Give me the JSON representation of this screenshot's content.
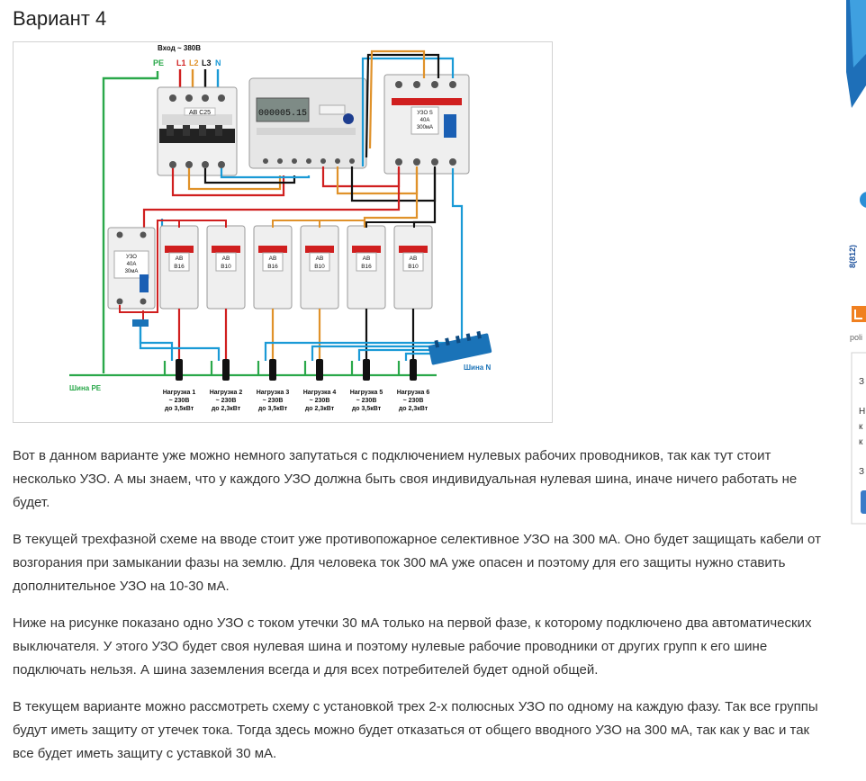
{
  "heading": "Вариант 4",
  "diagram": {
    "input_label": "Вход ~ 380В",
    "phase_labels": {
      "pe": "PE",
      "l1": "L1",
      "l2": "L2",
      "l3": "L3",
      "n": "N"
    },
    "main_breaker": "АВ С25",
    "meter_reading": "000005.15",
    "main_rcd": [
      "УЗО S",
      "40А",
      "300мА"
    ],
    "group_rcd": [
      "УЗО",
      "40А",
      "30мА"
    ],
    "breakers": [
      {
        "top": "АВ",
        "bottom": "В16"
      },
      {
        "top": "АВ",
        "bottom": "В10"
      },
      {
        "top": "АВ",
        "bottom": "В16"
      },
      {
        "top": "АВ",
        "bottom": "В10"
      },
      {
        "top": "АВ",
        "bottom": "В16"
      },
      {
        "top": "АВ",
        "bottom": "В10"
      }
    ],
    "bus_pe_label": "Шина РЕ",
    "bus_n_label": "Шина N",
    "loads": [
      {
        "name": "Нагрузка 1",
        "voltage": "~ 230В",
        "power": "до 3,5кВт"
      },
      {
        "name": "Нагрузка 2",
        "voltage": "~ 230В",
        "power": "до 2,3кВт"
      },
      {
        "name": "Нагрузка 3",
        "voltage": "~ 230В",
        "power": "до 3,5кВт"
      },
      {
        "name": "Нагрузка 4",
        "voltage": "~ 230В",
        "power": "до 2,3кВт"
      },
      {
        "name": "Нагрузка 5",
        "voltage": "~ 230В",
        "power": "до 3,5кВт"
      },
      {
        "name": "Нагрузка 6",
        "voltage": "~ 230В",
        "power": "до 2,3кВт"
      }
    ]
  },
  "paragraphs": [
    "Вот в данном варианте уже можно немного запутаться с подключением нулевых рабочих проводников, так как тут стоит несколько УЗО. А мы знаем, что у каждого УЗО должна быть своя индивидуальная нулевая шина, иначе ничего работать не будет.",
    "В текущей трехфазной схеме на вводе стоит уже противопожарное селективное УЗО на 300 мА. Оно будет защищать кабели от возгорания при замыкании фазы на землю. Для человека ток 300 мА уже опасен и поэтому для его защиты нужно ставить дополнительное УЗО на 10-30 мА.",
    "Ниже на рисунке показано одно УЗО с током утечки 30 мА только на первой фазе, к которому подключено два автоматических выключателя. У этого УЗО будет своя нулевая шина и поэтому нулевые рабочие проводники от других групп к его шине подключать нельзя. А шина заземления всегда и для всех потребителей будет одной общей.",
    "В текущем варианте можно рассмотреть схему с установкой трех 2-х полюсных УЗО по одному на каждую фазу. Так все группы будут иметь защиту от утечек тока. Тогда здесь можно будет отказаться от общего вводного УЗО на 300 мА, так как у вас и так все будет иметь защиту с уставкой 30 мА."
  ],
  "sidebar": {
    "number_text": "8(812)",
    "brand_text": "poli",
    "widget_chars": [
      "З",
      "Н",
      "к",
      "к",
      "З"
    ]
  },
  "colors": {
    "phase_l1": "#d01f1f",
    "phase_l2": "#e0922a",
    "phase_l3": "#111111",
    "neutral": "#1a9ad6",
    "pe": "#2aa84a",
    "accent": "#1a73b8"
  }
}
